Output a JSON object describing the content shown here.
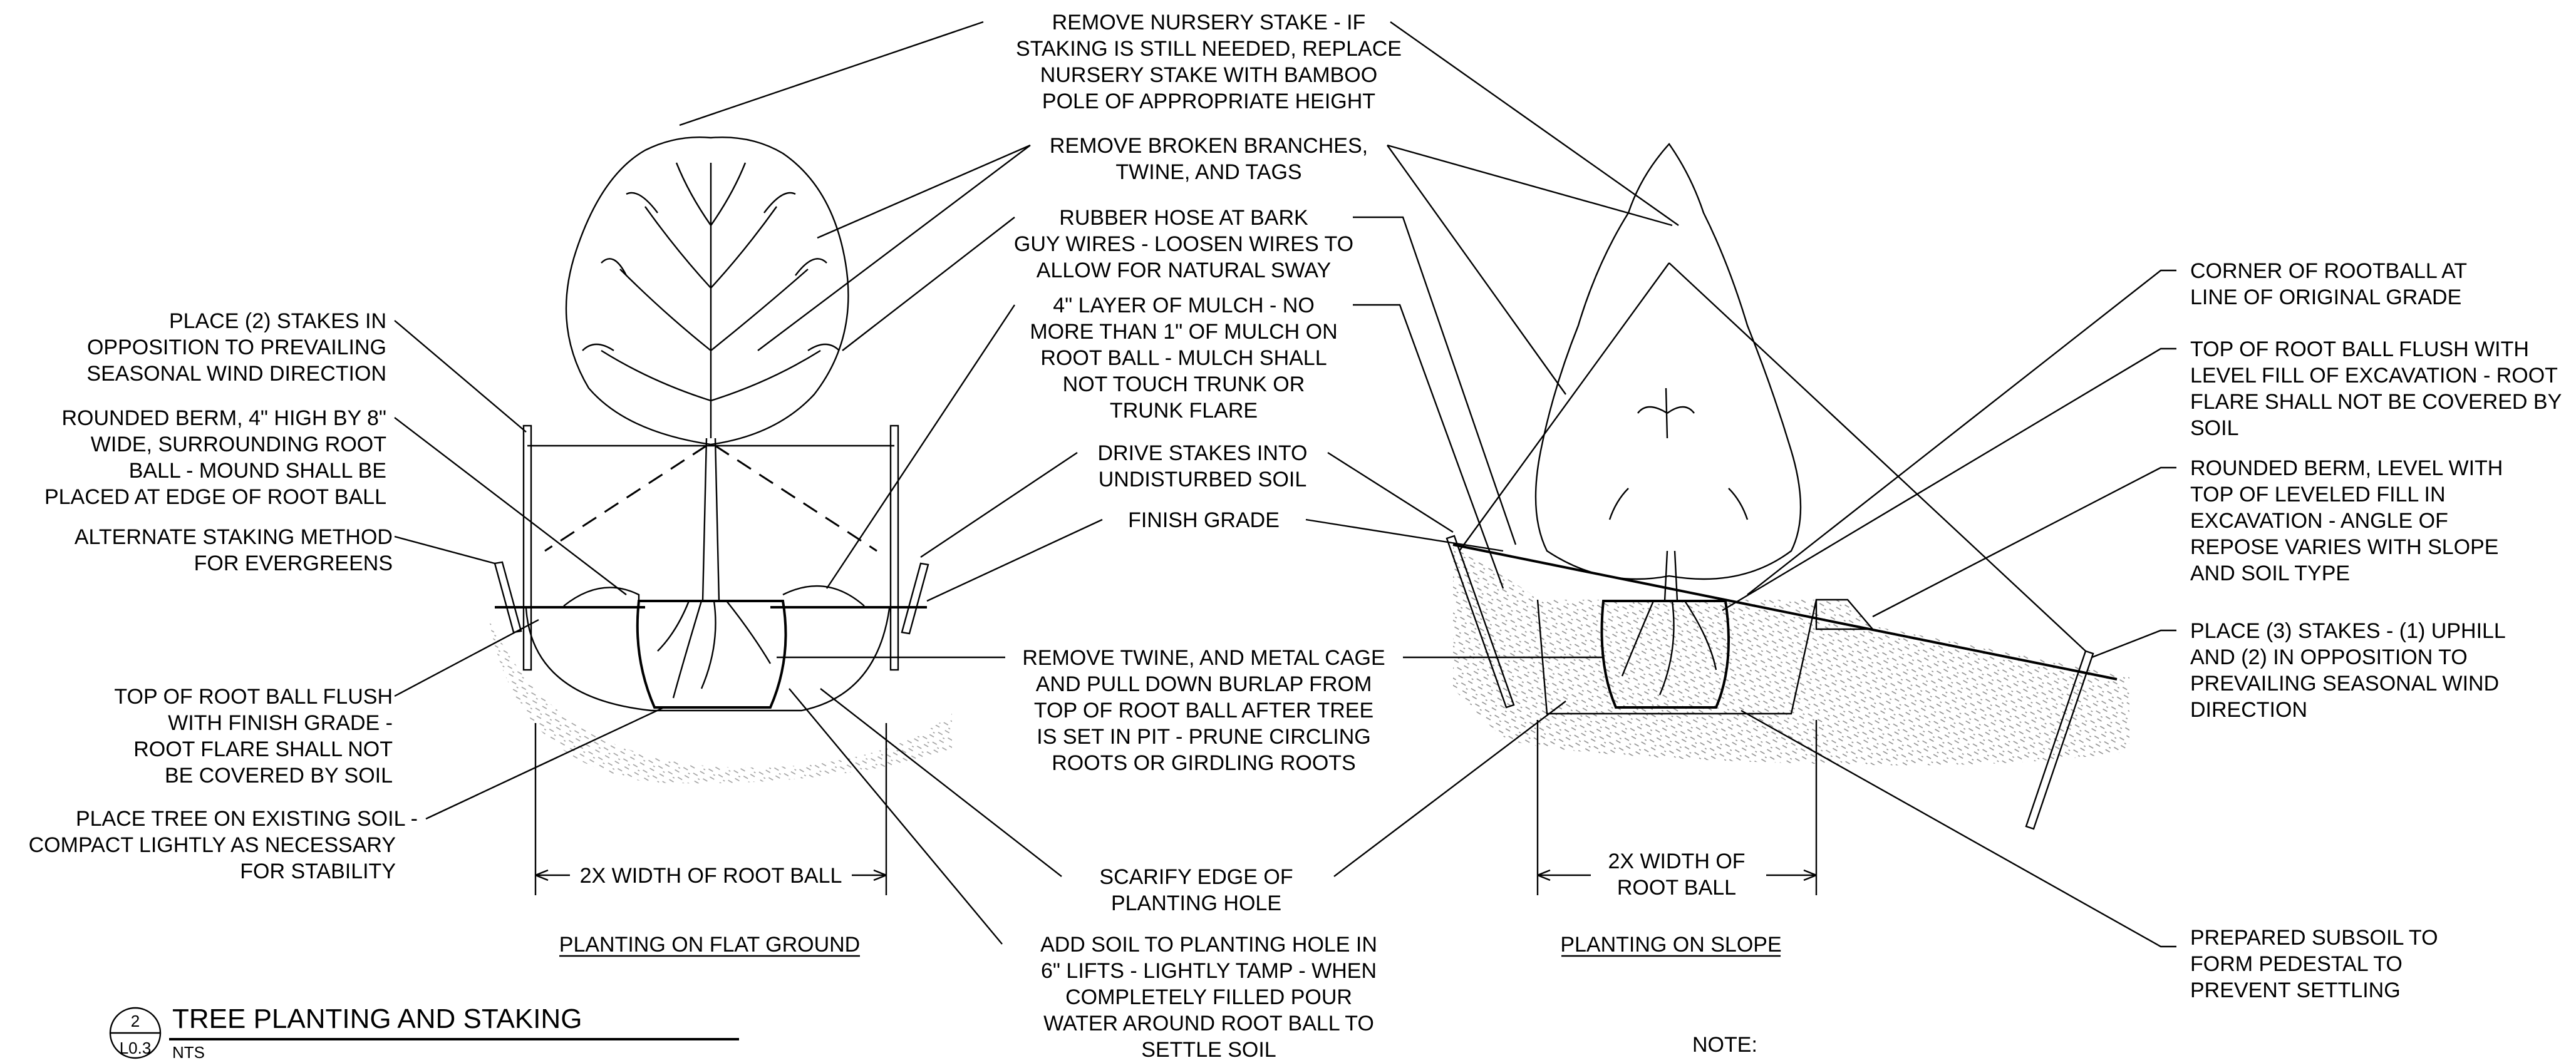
{
  "notes": {
    "remove_stake": [
      "REMOVE NURSERY STAKE - IF",
      "STAKING IS STILL NEEDED, REPLACE",
      "NURSERY STAKE WITH BAMBOO",
      "POLE OF APPROPRIATE HEIGHT"
    ],
    "remove_branches": [
      "REMOVE BROKEN BRANCHES,",
      "TWINE, AND TAGS"
    ],
    "rubber_hose": [
      "RUBBER HOSE AT BARK",
      "GUY WIRES - LOOSEN WIRES TO",
      "ALLOW FOR NATURAL SWAY"
    ],
    "mulch": [
      "4\" LAYER OF MULCH - NO",
      "MORE THAN 1\" OF MULCH ON",
      "ROOT BALL - MULCH SHALL",
      "NOT TOUCH TRUNK OR",
      "TRUNK FLARE"
    ],
    "drive_stakes": [
      "DRIVE STAKES INTO",
      "UNDISTURBED SOIL"
    ],
    "finish_grade": [
      "FINISH GRADE"
    ],
    "remove_twine": [
      "REMOVE TWINE, AND METAL CAGE",
      "AND PULL DOWN BURLAP FROM",
      "TOP OF ROOT BALL AFTER TREE",
      "IS SET IN PIT - PRUNE CIRCLING",
      "ROOTS OR GIRDLING ROOTS"
    ],
    "scarify": [
      "SCARIFY EDGE OF",
      "PLANTING HOLE"
    ],
    "add_soil": [
      "ADD SOIL TO PLANTING HOLE IN",
      "6\" LIFTS - LIGHTLY TAMP - WHEN",
      "COMPLETELY FILLED POUR",
      "WATER AROUND ROOT BALL TO",
      "SETTLE SOIL"
    ],
    "place_two_stakes": [
      "PLACE (2) STAKES IN",
      "OPPOSITION TO PREVAILING",
      "SEASONAL WIND DIRECTION"
    ],
    "rounded_berm_flat": [
      "ROUNDED BERM, 4\" HIGH BY 8\"",
      "WIDE, SURROUNDING ROOT",
      "BALL - MOUND SHALL BE",
      "PLACED AT EDGE OF ROOT BALL"
    ],
    "alternate_staking": [
      "ALTERNATE STAKING METHOD",
      "FOR EVERGREENS"
    ],
    "top_root_ball_flat": [
      "TOP OF ROOT BALL FLUSH",
      "WITH FINISH GRADE -",
      "ROOT FLARE SHALL NOT",
      "BE COVERED BY SOIL"
    ],
    "place_tree": [
      "PLACE TREE ON EXISTING SOIL -",
      "COMPACT LIGHTLY AS NECESSARY",
      "FOR STABILITY"
    ],
    "corner_rootball": [
      "CORNER OF ROOTBALL AT",
      "LINE OF ORIGINAL GRADE"
    ],
    "top_root_ball_slope": [
      "TOP OF ROOT BALL FLUSH WITH",
      "LEVEL FILL OF EXCAVATION - ROOT",
      "FLARE SHALL NOT BE COVERED BY",
      "SOIL"
    ],
    "rounded_berm_slope": [
      "ROUNDED BERM, LEVEL WITH",
      "TOP OF LEVELED FILL IN",
      "EXCAVATION - ANGLE OF",
      "REPOSE VARIES WITH SLOPE",
      "AND SOIL TYPE"
    ],
    "place_three_stakes": [
      "PLACE (3) STAKES - (1) UPHILL",
      "AND (2) IN OPPOSITION TO",
      "PREVAILING SEASONAL WIND",
      "DIRECTION"
    ],
    "prepared_subsoil": [
      "PREPARED SUBSOIL TO",
      "FORM PEDESTAL TO",
      "PREVENT SETTLING"
    ]
  },
  "dimensions": {
    "flat_width": "2X WIDTH OF ROOT BALL",
    "slope_width": [
      "2X WIDTH OF",
      "ROOT BALL"
    ]
  },
  "captions": {
    "flat": "PLANTING ON FLAT GROUND",
    "slope": "PLANTING ON SLOPE"
  },
  "detail": {
    "number": "2",
    "sheet": "L0.3",
    "title": "TREE PLANTING AND STAKING",
    "scale": "NTS"
  },
  "footer_note": "NOTE:"
}
